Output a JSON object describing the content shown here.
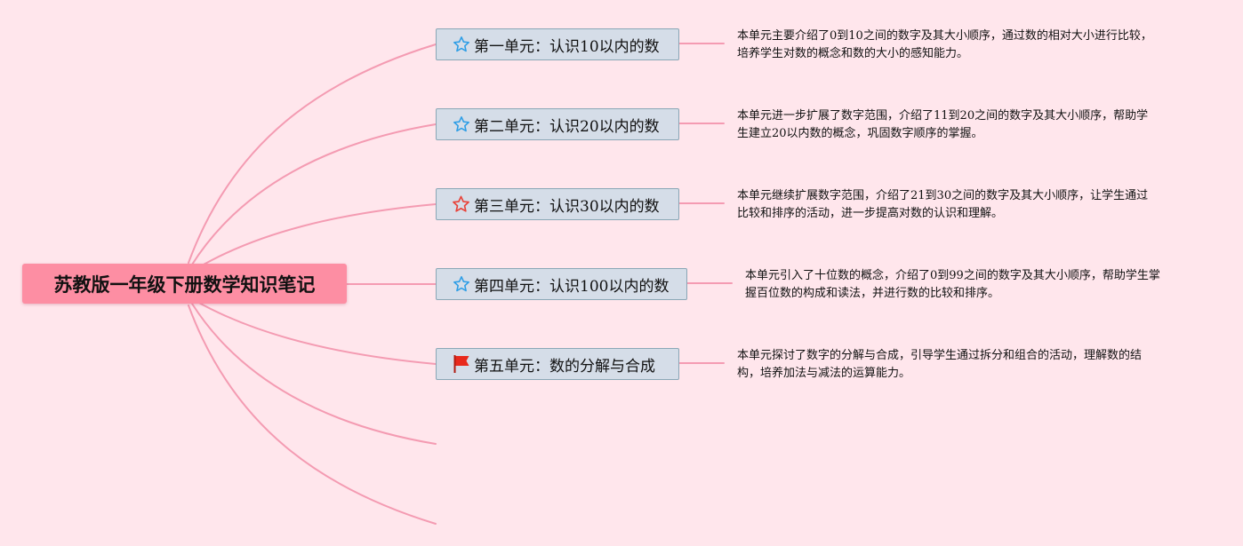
{
  "root": {
    "title": "苏教版一年级下册数学知识笔记"
  },
  "units": [
    {
      "title": "第一单元：认识10以内的数",
      "icon": "star-outline-blue-icon",
      "desc_lines": [
        "本单元主要介绍了0到10之间的数字及其大小顺序，通过数的相对大小进行比较，",
        "培养学生对数的概念和数的大小的感知能力。"
      ]
    },
    {
      "title": "第二单元：认识20以内的数",
      "icon": "star-outline-blue-icon",
      "desc_lines": [
        "本单元进一步扩展了数字范围，介绍了11到20之间的数字及其大小顺序，帮助学",
        "生建立20以内数的概念，巩固数字顺序的掌握。"
      ]
    },
    {
      "title": "第三单元：认识30以内的数",
      "icon": "star-outline-red-icon",
      "desc_lines": [
        "本单元继续扩展数字范围，介绍了21到30之间的数字及其大小顺序，让学生通过",
        "比较和排序的活动，进一步提高对数的认识和理解。"
      ]
    },
    {
      "title": "第四单元：认识100以内的数",
      "icon": "star-outline-blue-icon",
      "desc_lines": [
        "本单元引入了十位数的概念，介绍了0到99之间的数字及其大小顺序，帮助学生掌",
        "握百位数的构成和读法，并进行数的比较和排序。"
      ]
    },
    {
      "title": "第五单元：数的分解与合成",
      "icon": "red-flag-icon",
      "desc_lines": [
        "本单元探讨了数字的分解与合成，引导学生通过拆分和组合的活动，理解数的结",
        "构，培养加法与减法的运算能力。"
      ]
    }
  ],
  "colors": {
    "background": "#ffe6ec",
    "root_fill": "#fd8ea3",
    "connector": "#f49bb2",
    "node_fill": "#d5dde8",
    "node_border": "#8aa7b6",
    "star_blue": "#2e9ee6",
    "star_red": "#e8433a",
    "flag_red": "#e8291c"
  }
}
